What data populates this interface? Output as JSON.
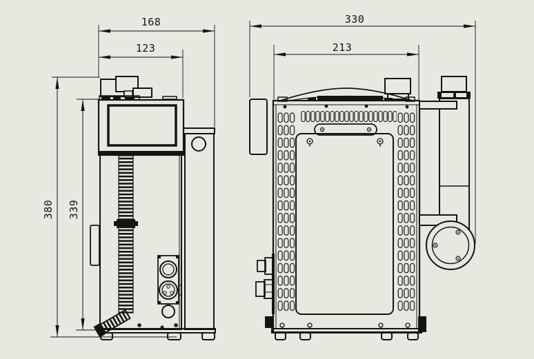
{
  "drawing": {
    "background_color": "#e8e8e0",
    "line_color": "#141414",
    "views": {
      "side": {
        "dims": {
          "overall_width": "168",
          "head_width": "123",
          "overall_height": "380",
          "body_height": "339"
        }
      },
      "front": {
        "dims": {
          "overall_width": "330",
          "body_width": "213"
        }
      }
    }
  }
}
